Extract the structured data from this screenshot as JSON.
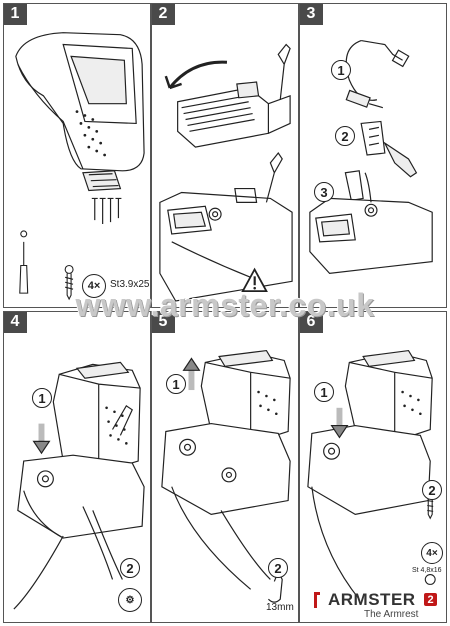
{
  "steps": [
    {
      "num": "1",
      "screw_qty": "4×",
      "screw_spec": "St3.9x25"
    },
    {
      "num": "2"
    },
    {
      "num": "3",
      "callouts": [
        "1",
        "2",
        "3"
      ]
    },
    {
      "num": "4",
      "callouts": [
        "1",
        "2"
      ]
    },
    {
      "num": "5",
      "callouts": [
        "1",
        "2"
      ],
      "tool_size": "13mm"
    },
    {
      "num": "6",
      "callouts": [
        "1",
        "2"
      ],
      "screw_qty": "4×",
      "screw_spec": "St 4,8x16"
    }
  ],
  "watermark": "www.armster.co.uk",
  "logo": {
    "brand": "ARMSTER",
    "tagline": "The Armrest",
    "model": "2"
  },
  "colors": {
    "line": "#222222",
    "panel_border": "#555555",
    "accent": "#c01818",
    "number_box": "#4a4a4a"
  }
}
